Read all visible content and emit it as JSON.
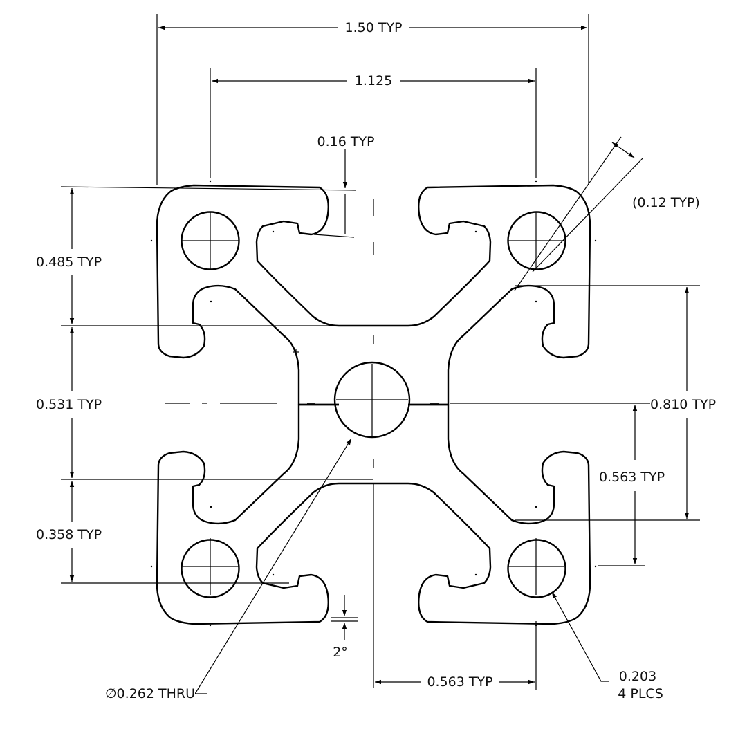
{
  "dimensions": {
    "overall_width": "1.50 TYP",
    "slot_span": "1.125",
    "wall_thickness": "0.16 TYP",
    "lip_thickness": "(0.12 TYP)",
    "top_depth": "0.485 TYP",
    "middle_span": "0.531 TYP",
    "bottom_depth": "0.358 TYP",
    "right_span": "0.810 TYP",
    "right_inner": "0.563 TYP",
    "bottom_center": "0.563 TYP",
    "draft_angle": "2°",
    "center_hole": "∅0.262 THRU",
    "corner_holes_dia": "0.203",
    "corner_holes_count": "4 PLCS"
  }
}
